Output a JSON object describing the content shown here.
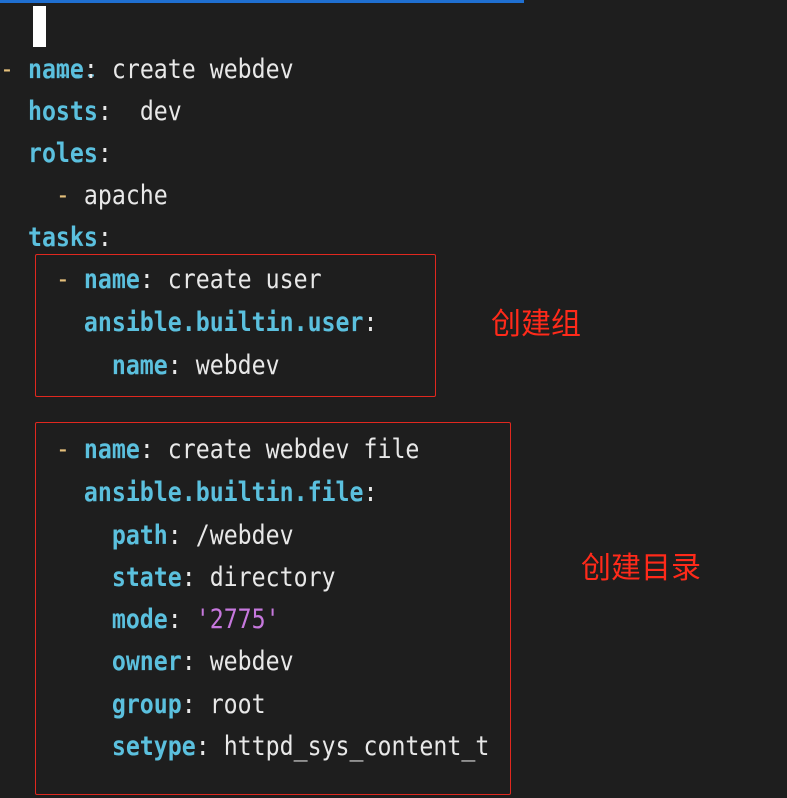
{
  "editor": {
    "doc_start": "---",
    "lines": [
      {
        "indent": "",
        "dash": "- ",
        "key": "name",
        "colon": ": ",
        "value": "create webdev",
        "value_type": "plain"
      },
      {
        "indent": "  ",
        "dash": "",
        "key": "hosts",
        "colon": ":  ",
        "value": "dev",
        "value_type": "plain"
      },
      {
        "indent": "  ",
        "dash": "",
        "key": "roles",
        "colon": ":",
        "value": "",
        "value_type": "plain"
      },
      {
        "indent": "    ",
        "dash": "- ",
        "key": "",
        "colon": "",
        "value": "apache",
        "value_type": "plain"
      },
      {
        "indent": "  ",
        "dash": "",
        "key": "tasks",
        "colon": ":",
        "value": "",
        "value_type": "plain"
      },
      {
        "indent": "    ",
        "dash": "- ",
        "key": "name",
        "colon": ": ",
        "value": "create user",
        "value_type": "plain"
      },
      {
        "indent": "      ",
        "dash": "",
        "key": "ansible.builtin.user",
        "colon": ":",
        "value": "",
        "value_type": "plain"
      },
      {
        "indent": "        ",
        "dash": "",
        "key": "name",
        "colon": ": ",
        "value": "webdev",
        "value_type": "plain"
      },
      {
        "indent": "    ",
        "dash": "- ",
        "key": "name",
        "colon": ": ",
        "value": "create webdev file",
        "value_type": "plain"
      },
      {
        "indent": "      ",
        "dash": "",
        "key": "ansible.builtin.file",
        "colon": ":",
        "value": "",
        "value_type": "plain"
      },
      {
        "indent": "        ",
        "dash": "",
        "key": "path",
        "colon": ": ",
        "value": "/webdev",
        "value_type": "plain"
      },
      {
        "indent": "        ",
        "dash": "",
        "key": "state",
        "colon": ": ",
        "value": "directory",
        "value_type": "plain"
      },
      {
        "indent": "        ",
        "dash": "",
        "key": "mode",
        "colon": ": ",
        "value": "'2775'",
        "value_type": "string"
      },
      {
        "indent": "        ",
        "dash": "",
        "key": "owner",
        "colon": ": ",
        "value": "webdev",
        "value_type": "plain"
      },
      {
        "indent": "        ",
        "dash": "",
        "key": "group",
        "colon": ": ",
        "value": "root",
        "value_type": "plain"
      },
      {
        "indent": "        ",
        "dash": "",
        "key": "setype",
        "colon": ": ",
        "value": "httpd_sys_content_t",
        "value_type": "plain"
      }
    ]
  },
  "annotations": {
    "create_group": "创建组",
    "create_directory": "创建目录"
  },
  "colors": {
    "background": "#1e1e1e",
    "key": "#5bc0de",
    "dash": "#e5c07b",
    "string": "#c678dd",
    "text": "#e8e8e8",
    "annotation": "#ff2a1a",
    "accent_bar": "#1f6fd1"
  }
}
